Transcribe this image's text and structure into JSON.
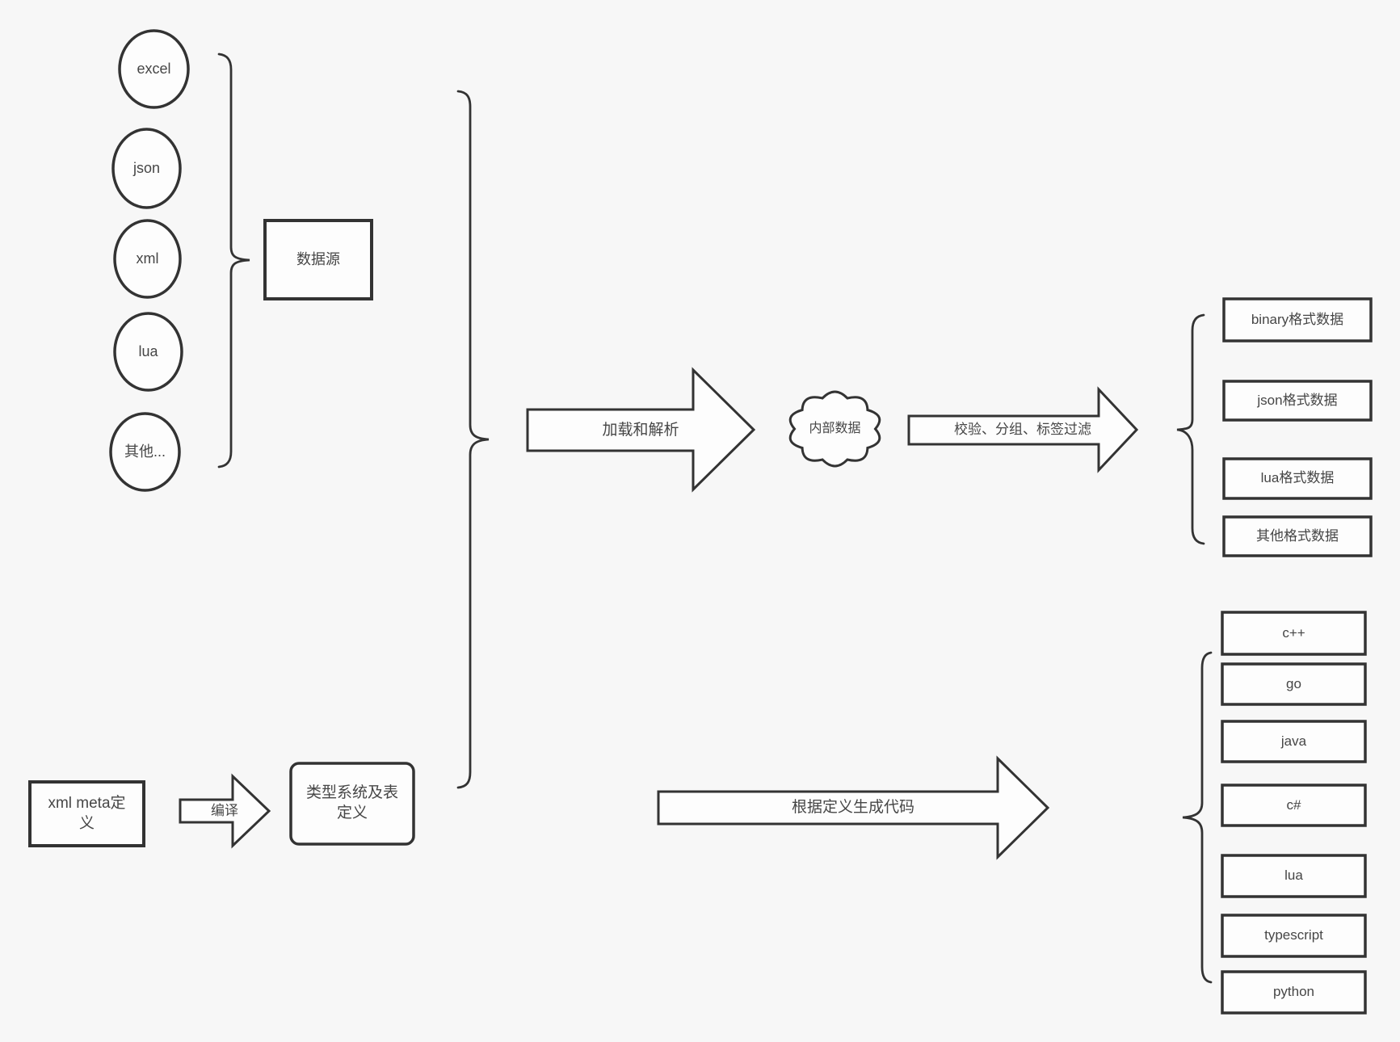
{
  "diagram": {
    "background": "#f7f7f7",
    "stroke_color": "#333333",
    "shape_fill": "#fdfdfd",
    "text_color": "#464646"
  },
  "sources": {
    "group_label": "数据源",
    "items": [
      {
        "label": "excel"
      },
      {
        "label": "json"
      },
      {
        "label": "xml"
      },
      {
        "label": "lua"
      },
      {
        "label": "其他..."
      }
    ]
  },
  "pipeline": {
    "load_arrow_label": "加载和解析",
    "internal_data_label": "内部数据",
    "filter_arrow_label": "校验、分组、标签过滤",
    "formats": [
      {
        "label": "binary格式数据"
      },
      {
        "label": "json格式数据"
      },
      {
        "label": "lua格式数据"
      },
      {
        "label": "其他格式数据"
      }
    ]
  },
  "definition": {
    "xml_meta_label": "xml meta定义",
    "compile_arrow_label": "编译",
    "type_system_label": "类型系统及表定义",
    "codegen_arrow_label": "根据定义生成代码",
    "languages": [
      {
        "label": "c++"
      },
      {
        "label": "go"
      },
      {
        "label": "java"
      },
      {
        "label": "c#"
      },
      {
        "label": "lua"
      },
      {
        "label": "typescript"
      },
      {
        "label": "python"
      }
    ]
  }
}
